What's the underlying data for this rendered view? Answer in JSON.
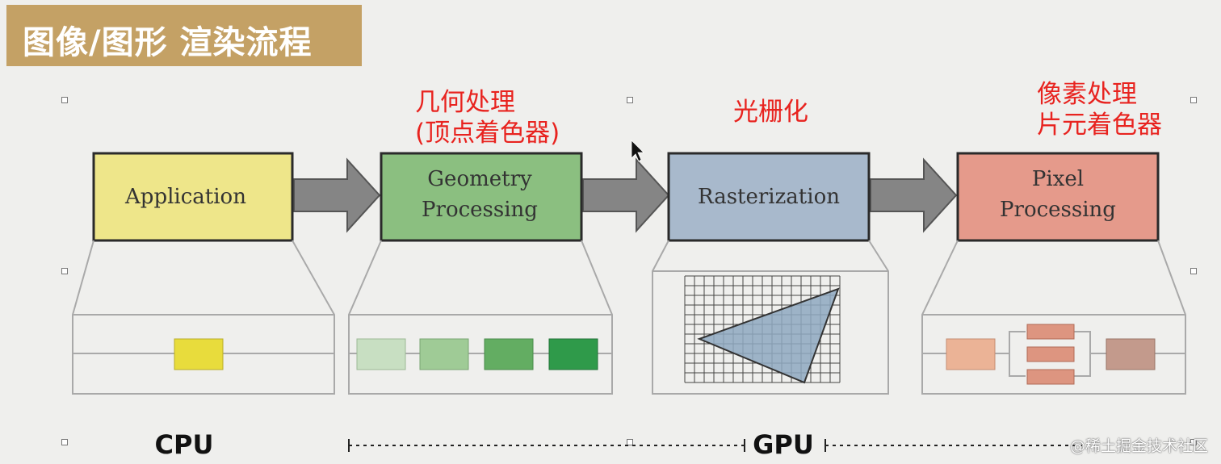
{
  "title": "图像/图形 渲染流程",
  "annotations": {
    "geometry_line1": "几何处理",
    "geometry_line2": "(顶点着色器)",
    "raster": "光栅化",
    "pixel_line1": "像素处理",
    "pixel_line2": "片元着色器"
  },
  "stages": [
    {
      "lines": [
        "Application"
      ],
      "color": "#eee68a"
    },
    {
      "lines": [
        "Geometry",
        "Processing"
      ],
      "color": "#8bbf80"
    },
    {
      "lines": [
        "Rasterization"
      ],
      "color": "#a8b9cc"
    },
    {
      "lines": [
        "Pixel",
        "Processing"
      ],
      "color": "#e59a8b"
    }
  ],
  "colors": {
    "app_block": "#e8dc3c",
    "geometry_blocks": [
      "#c8dfc2",
      "#9fcb96",
      "#63ad62",
      "#2f9a4a"
    ],
    "pixel_blocks": [
      "#ebb396",
      "#dd9580",
      "#c39a8c"
    ],
    "triangle": "#8ea8c0",
    "arrow": "#858585"
  },
  "processors": {
    "cpu": "CPU",
    "gpu": "GPU"
  },
  "watermark": "@稀土掘金技术社区"
}
